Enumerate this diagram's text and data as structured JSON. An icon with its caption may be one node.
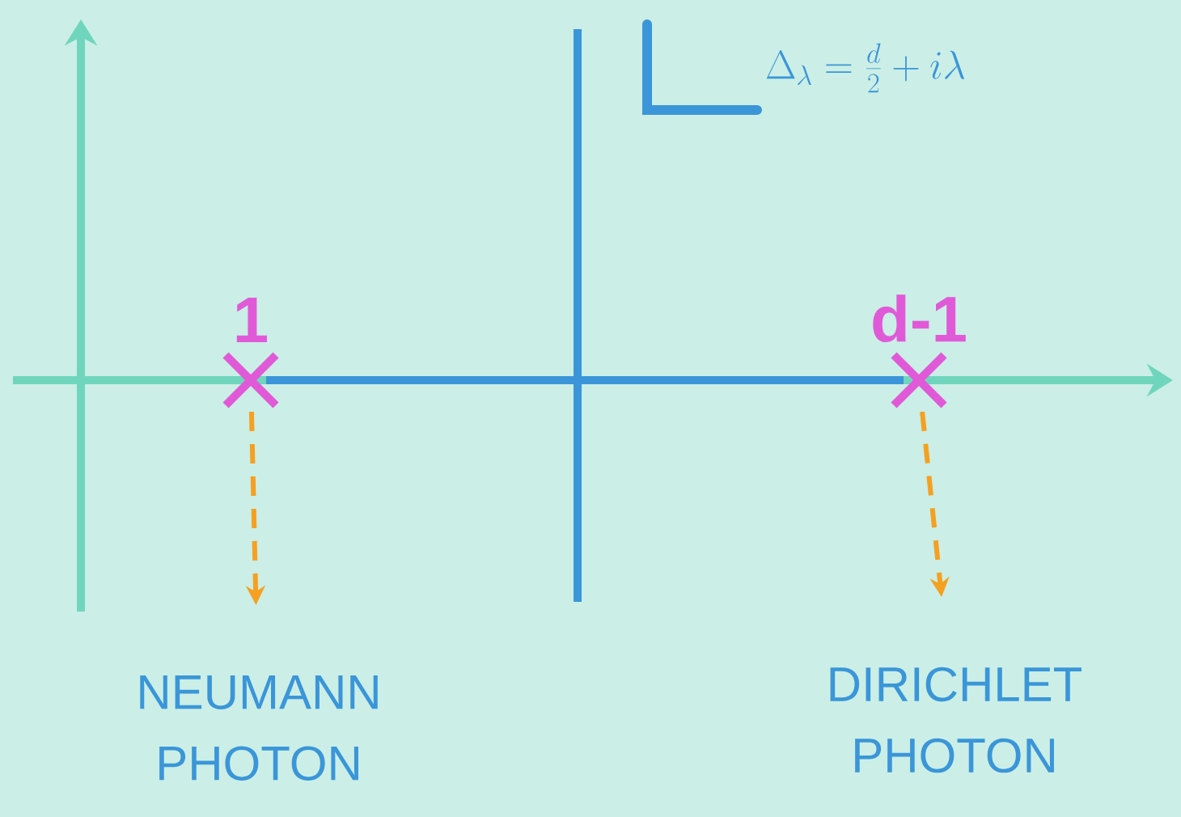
{
  "diagram": {
    "nodes": [
      {
        "text": [],
        "shape": "cross",
        "beside": [
          "1"
        ]
      },
      {
        "text": [
          "NEUMANN PHOTON"
        ]
      },
      {
        "text": [],
        "shape": "cross",
        "beside": [
          "d-1"
        ]
      },
      {
        "text": [
          "DIRICHLET PHOTON"
        ]
      }
    ],
    "edges": [
      {
        "from": 0,
        "to": 1,
        "arrow": "to",
        "style": "dashed"
      },
      {
        "from": 2,
        "to": 3,
        "arrow": "to",
        "style": "dashed"
      },
      {
        "from": 0,
        "to": 2,
        "arrow": "none",
        "color": "#3a96d8"
      }
    ],
    "labels": [
      "\\Delta_\\lambda = \\frac{d}{2} + i\\lambda"
    ]
  }
}
